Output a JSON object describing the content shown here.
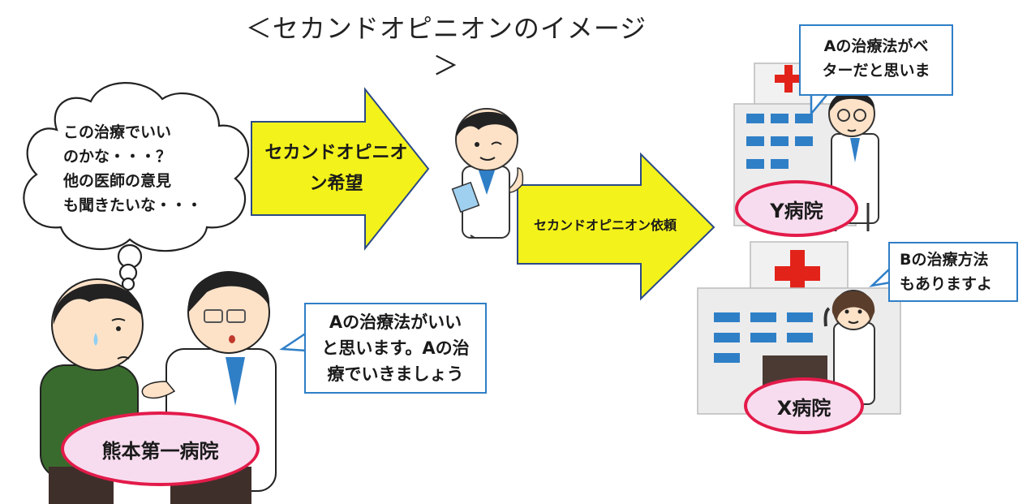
{
  "title": "＜セカンドオピニオンのイメージ＞",
  "thought_bubble": {
    "lines": [
      "この治療でいい",
      "のかな・・・？",
      "他の医師の意見",
      "も聞きたいな・・・"
    ]
  },
  "arrow_request": {
    "lines": [
      "セカンドオピニオ",
      "ン希望"
    ]
  },
  "arrow_referral": {
    "label": "セカンドオピニオン依頼"
  },
  "doctor_callout_a": {
    "lines": [
      "Aの治療法がいい",
      "と思います。Aの治",
      "療でいきましょう"
    ]
  },
  "y_callout": {
    "lines": [
      "Aの治療法がベ",
      "ターだと思いま"
    ]
  },
  "x_callout": {
    "lines": [
      "Bの治療方法",
      "もありますよ"
    ]
  },
  "hospitals": {
    "kumamoto": "熊本第一病院",
    "y": "Y病院",
    "x": "X病院"
  },
  "colors": {
    "arrow_fill": "#f3f21a",
    "arrow_stroke": "#2b4a86",
    "callout_border": "#2f7fc7",
    "oval_border": "#e31b4a",
    "oval_fill": "#f7dcef",
    "hospital_cross": "#e2231a",
    "hospital_window": "#2f7fc7"
  }
}
